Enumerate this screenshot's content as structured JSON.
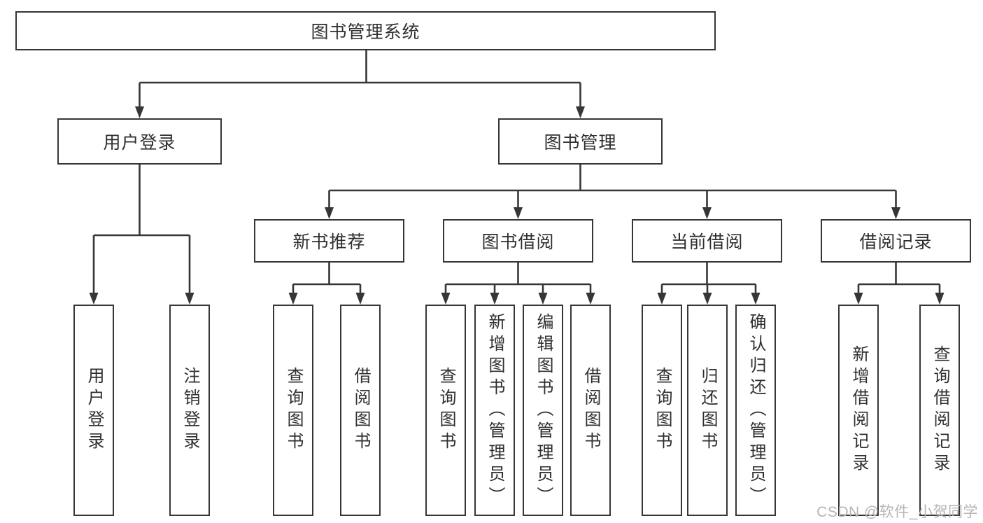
{
  "colors": {
    "line": "#363636",
    "box_border": "#363636",
    "text": "#2f2f2f",
    "watermark": "#b5b5b5",
    "background": "#ffffff"
  },
  "nodes": {
    "root": "图书管理系统",
    "user_login": "用户登录",
    "book_management": "图书管理",
    "new_books": "新书推荐",
    "book_borrowing": "图书借阅",
    "current_borrowing": "当前借阅",
    "borrowing_records": "借阅记录",
    "leaves": {
      "user_login_children": [
        "用户登录",
        "注销登录"
      ],
      "new_books_children": [
        "查询图书",
        "借阅图书"
      ],
      "book_borrowing_children": [
        "查询图书",
        "新增图书（管理员）",
        "编辑图书（管理员）",
        "借阅图书"
      ],
      "current_borrowing_children": [
        "查询图书",
        "归还图书",
        "确认归还（管理员）"
      ],
      "borrowing_records_children": [
        "新增借阅记录",
        "查询借阅记录"
      ]
    }
  },
  "watermark": "CSDN @软件_小贺同学"
}
